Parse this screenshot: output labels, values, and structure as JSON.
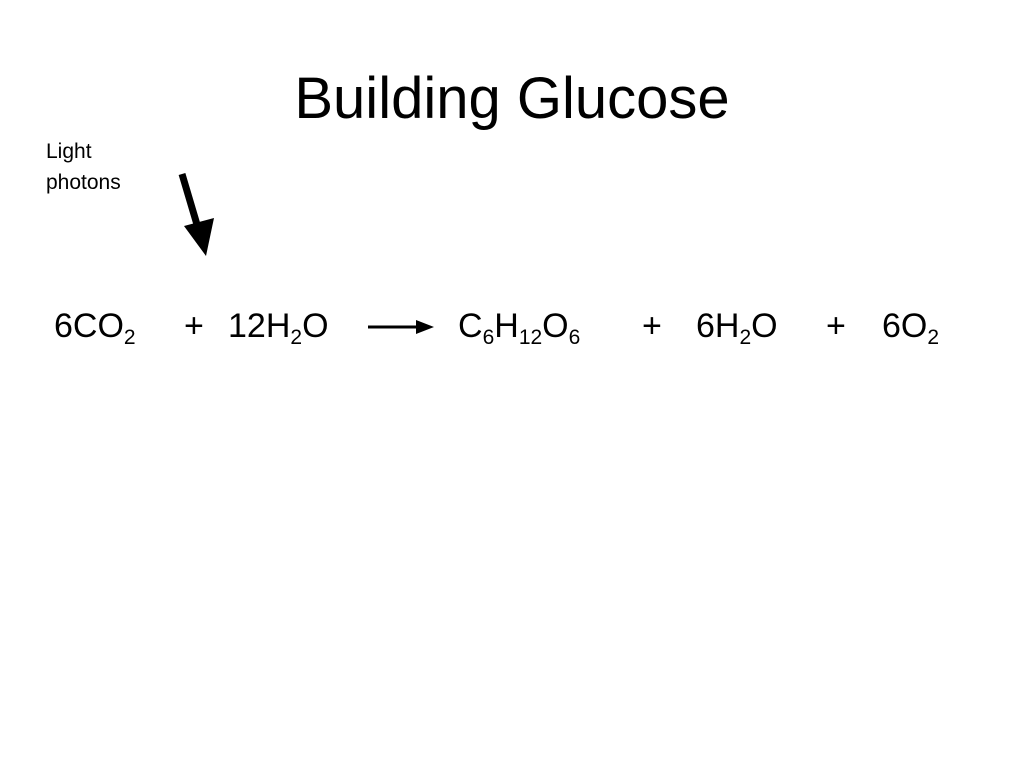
{
  "slide": {
    "title": "Building Glucose",
    "light_label_line1": "Light",
    "light_label_line2": "photons"
  },
  "equation": {
    "reactant1": {
      "coef": "6CO",
      "sub": "2"
    },
    "plus1": "+",
    "reactant2": {
      "pre": "12H",
      "sub": "2",
      "post": "O"
    },
    "product1": {
      "a": "C",
      "sub_a": "6",
      "b": "H",
      "sub_b": "12",
      "c": "O",
      "sub_c": "6"
    },
    "plus2": "+",
    "product2": {
      "pre": "6H",
      "sub": "2",
      "post": "O"
    },
    "plus3": "+",
    "product3": {
      "pre": "6O",
      "sub": "2"
    }
  },
  "icons": {
    "photon_arrow": "down-arrow-icon",
    "yield_arrow": "right-arrow-icon"
  }
}
